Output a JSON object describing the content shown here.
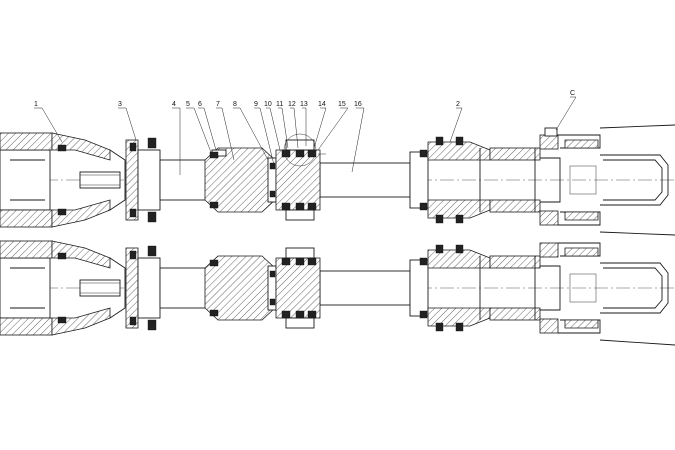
{
  "callouts": [
    {
      "id": "c1",
      "text": "1"
    },
    {
      "id": "c3",
      "text": "3"
    },
    {
      "id": "c4",
      "text": "4"
    },
    {
      "id": "c5",
      "text": "5"
    },
    {
      "id": "c6",
      "text": "6"
    },
    {
      "id": "c7",
      "text": "7"
    },
    {
      "id": "c8",
      "text": "8"
    },
    {
      "id": "c9",
      "text": "9"
    },
    {
      "id": "c10",
      "text": "10"
    },
    {
      "id": "c11",
      "text": "11"
    },
    {
      "id": "c12",
      "text": "12"
    },
    {
      "id": "c13",
      "text": "13"
    },
    {
      "id": "c14",
      "text": "14"
    },
    {
      "id": "c15",
      "text": "15"
    },
    {
      "id": "c16",
      "text": "16"
    },
    {
      "id": "c2",
      "text": "2"
    },
    {
      "id": "cC",
      "text": "C"
    }
  ],
  "colors": {
    "line": "#1a1a1a",
    "background": "#ffffff"
  }
}
